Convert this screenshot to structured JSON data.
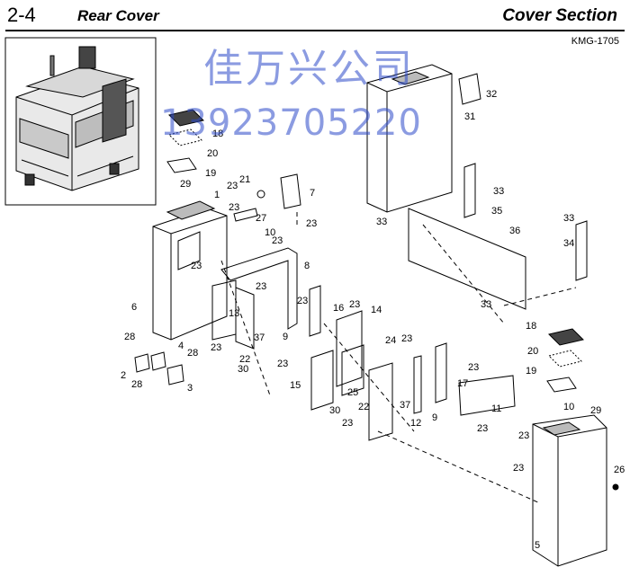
{
  "header": {
    "section_number": "2-4",
    "section_title": "Rear Cover",
    "category": "Cover Section",
    "model_code": "KMG-1705"
  },
  "watermark": {
    "line1": "佳万兴公司",
    "line2": "13923705220"
  },
  "callouts": {
    "c1": "1",
    "c2": "2",
    "c3": "3",
    "c4": "4",
    "c5": "5",
    "c6": "6",
    "c7": "7",
    "c8": "8",
    "c9": "9",
    "c9b": "9",
    "c10": "10",
    "c10b": "10",
    "c11": "11",
    "c12": "12",
    "c13": "13",
    "c14": "14",
    "c15": "15",
    "c16": "16",
    "c17": "17",
    "c18": "18",
    "c18b": "18",
    "c19": "19",
    "c19b": "19",
    "c20": "20",
    "c20b": "20",
    "c21": "21",
    "c22": "22",
    "c22b": "22",
    "c23a": "23",
    "c23b": "23",
    "c23c": "23",
    "c23d": "23",
    "c23e": "23",
    "c23f": "23",
    "c23g": "23",
    "c23h": "23",
    "c23i": "23",
    "c23j": "23",
    "c23k": "23",
    "c23l": "23",
    "c23m": "23",
    "c23n": "23",
    "c23o": "23",
    "c23p": "23",
    "c24": "24",
    "c25": "25",
    "c26": "26",
    "c27": "27",
    "c28a": "28",
    "c28b": "28",
    "c28c": "28",
    "c29": "29",
    "c29b": "29",
    "c30": "30",
    "c30b": "30",
    "c31": "31",
    "c32": "32",
    "c33a": "33",
    "c33b": "33",
    "c33c": "33",
    "c33d": "33",
    "c34": "34",
    "c35": "35",
    "c36": "36",
    "c37": "37",
    "c37b": "37"
  }
}
